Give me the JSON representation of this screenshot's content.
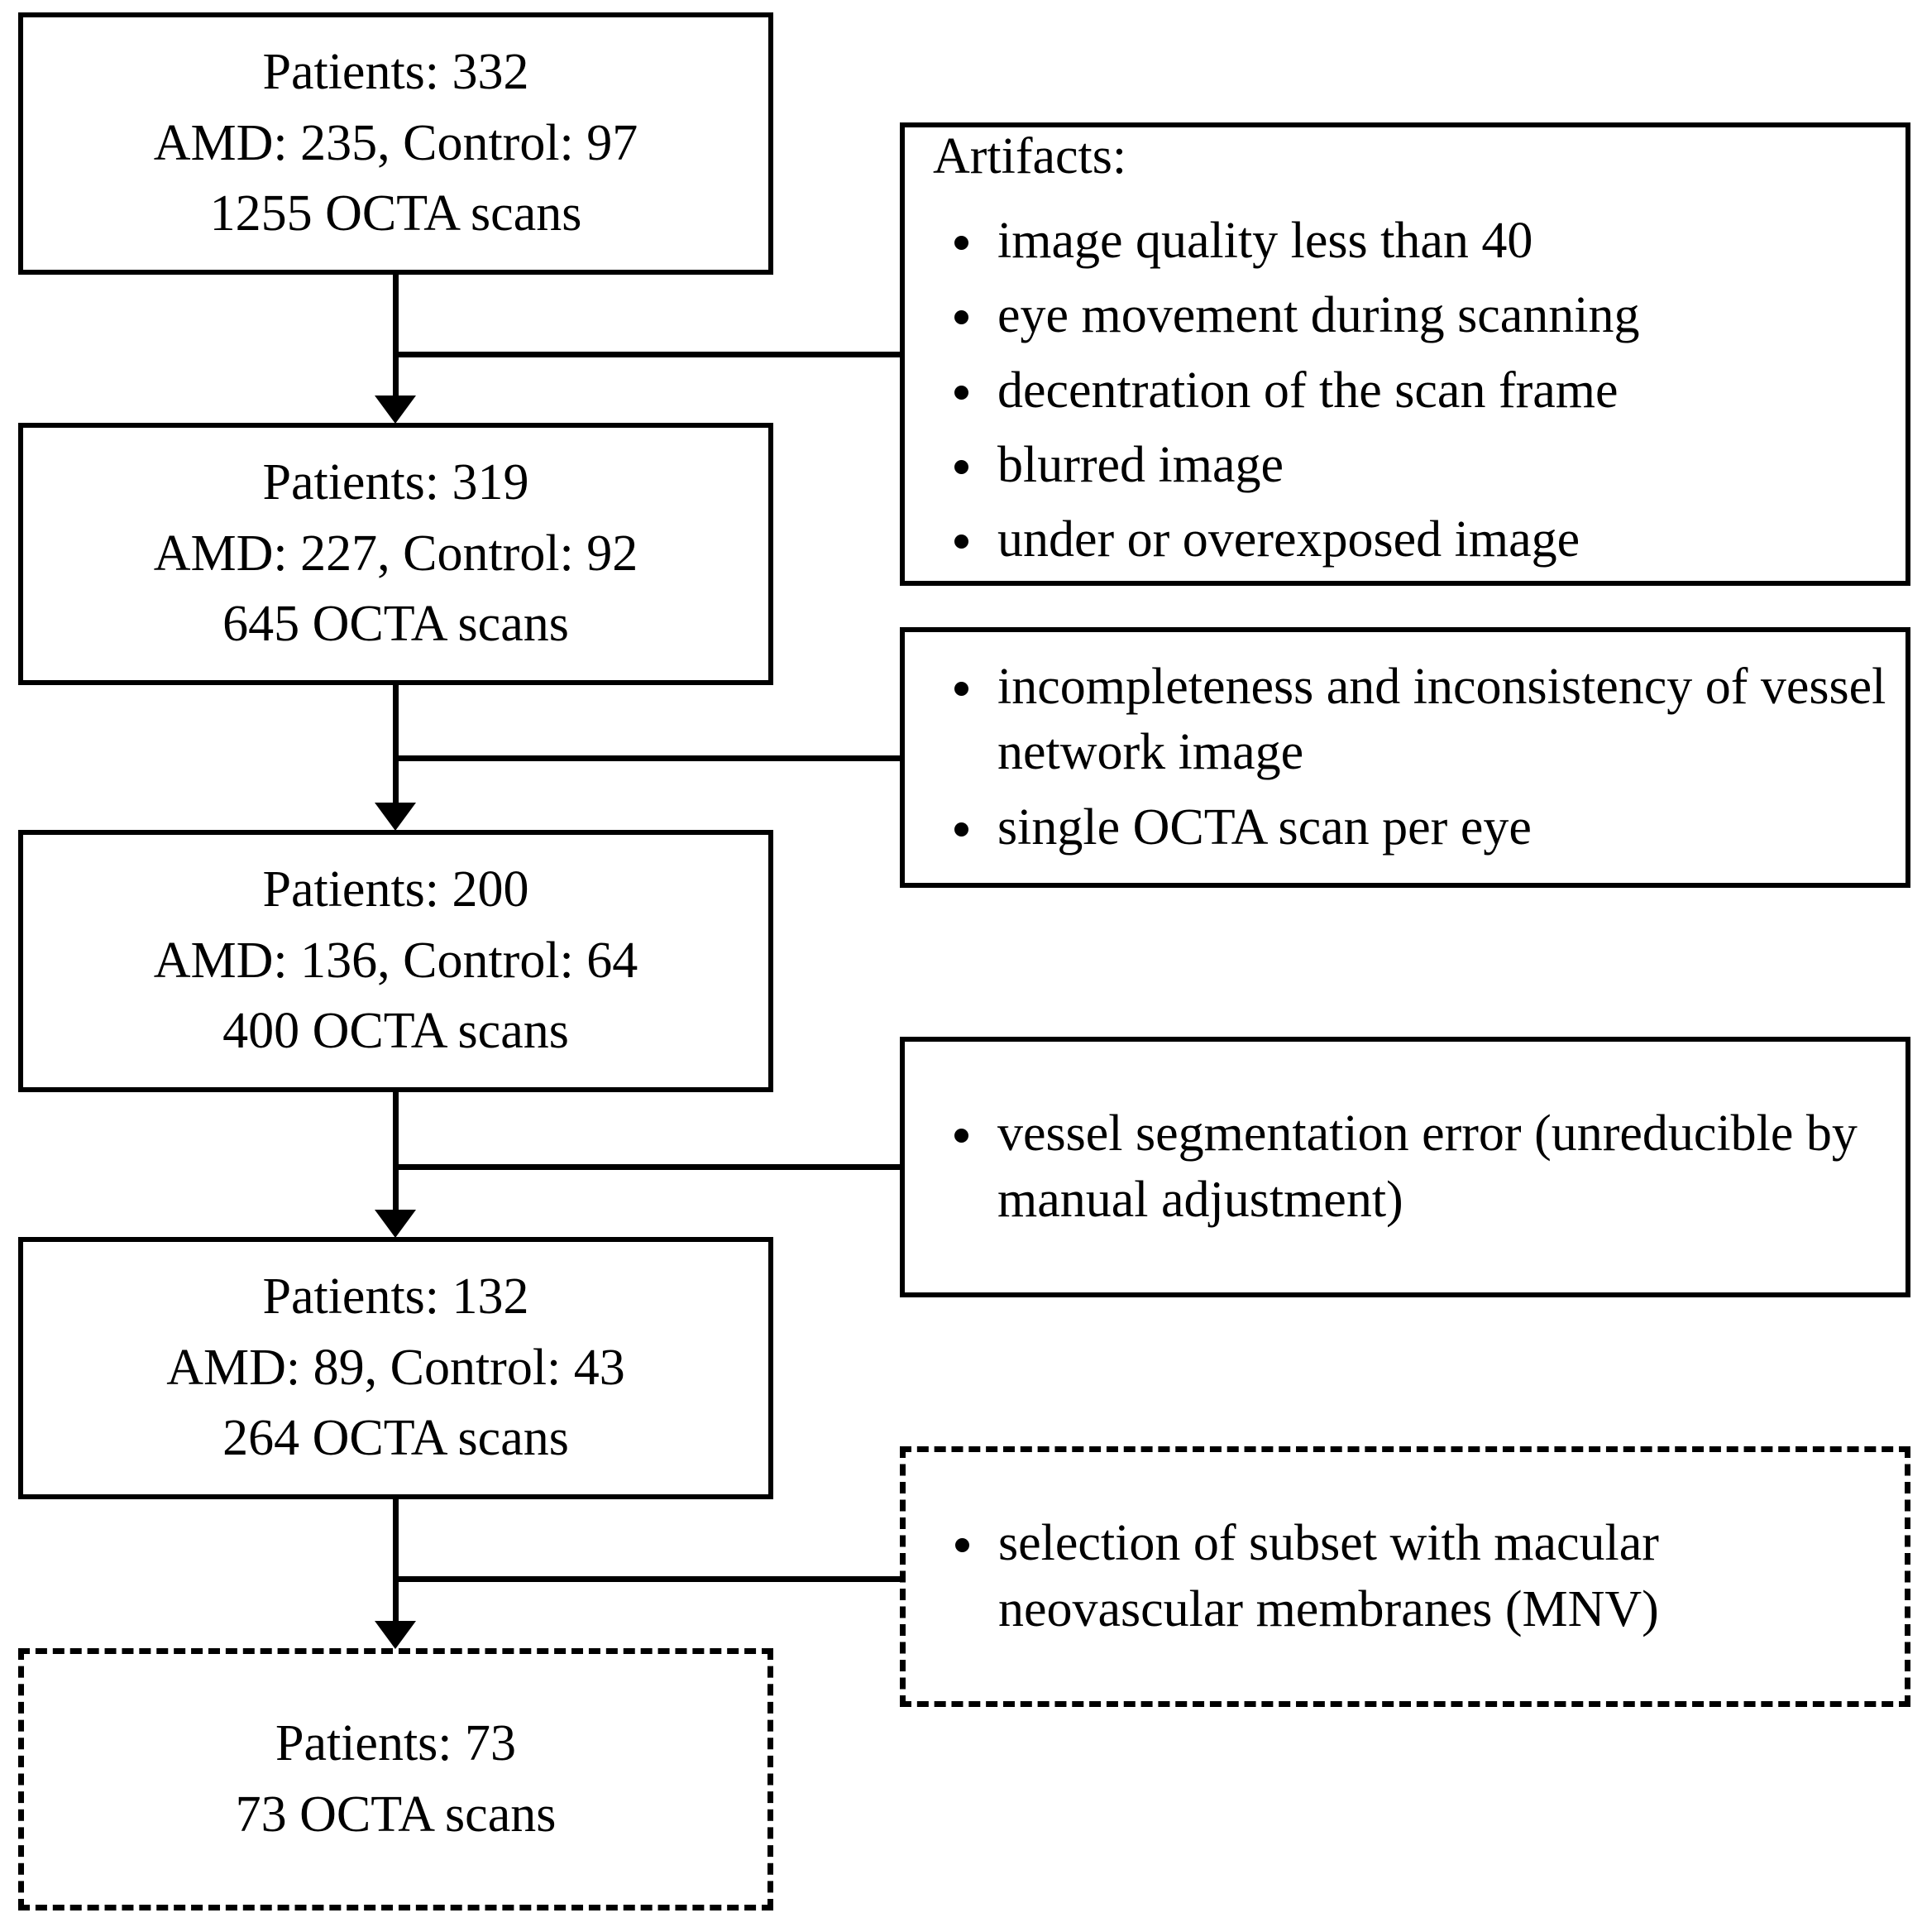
{
  "figure": {
    "type": "flowchart",
    "orientation": "top-to-bottom",
    "description": "Patient and OCTA scan inclusion/exclusion flow diagram"
  },
  "flow_nodes": [
    {
      "id": "node1",
      "style": "solid",
      "lines": [
        "Patients: 332",
        "AMD: 235, Control: 97",
        "1255 OCTA scans"
      ],
      "patients": 332,
      "amd": 235,
      "control": 97,
      "scans": 1255
    },
    {
      "id": "node2",
      "style": "solid",
      "lines": [
        "Patients: 319",
        "AMD: 227, Control: 92",
        "645 OCTA scans"
      ],
      "patients": 319,
      "amd": 227,
      "control": 92,
      "scans": 645
    },
    {
      "id": "node3",
      "style": "solid",
      "lines": [
        "Patients: 200",
        "AMD: 136, Control: 64",
        "400 OCTA scans"
      ],
      "patients": 200,
      "amd": 136,
      "control": 64,
      "scans": 400
    },
    {
      "id": "node4",
      "style": "solid",
      "lines": [
        "Patients: 132",
        "AMD: 89, Control: 43",
        "264 OCTA scans"
      ],
      "patients": 132,
      "amd": 89,
      "control": 43,
      "scans": 264
    },
    {
      "id": "node5",
      "style": "dashed",
      "lines": [
        "Patients: 73",
        "73 OCTA scans"
      ],
      "patients": 73,
      "scans": 73
    }
  ],
  "exclusion_boxes": [
    {
      "id": "exclusion1",
      "style": "solid",
      "heading": "Artifacts:",
      "items": [
        "image quality less than 40",
        "eye movement during scanning",
        "decentration of the scan frame",
        "blurred image",
        "under or overexposed image"
      ]
    },
    {
      "id": "exclusion2",
      "style": "solid",
      "heading": "",
      "items": [
        "incompleteness and inconsistency of vessel network image",
        "single OCTA scan per eye"
      ]
    },
    {
      "id": "exclusion3",
      "style": "solid",
      "heading": "",
      "items": [
        "vessel segmentation error (unreducible by manual adjustment)"
      ]
    },
    {
      "id": "exclusion4",
      "style": "dashed",
      "heading": "",
      "items": [
        "selection of subset with macular neovascular membranes (MNV)"
      ]
    }
  ],
  "colors": {
    "stroke": "#000000",
    "background": "#ffffff",
    "text": "#000000"
  }
}
